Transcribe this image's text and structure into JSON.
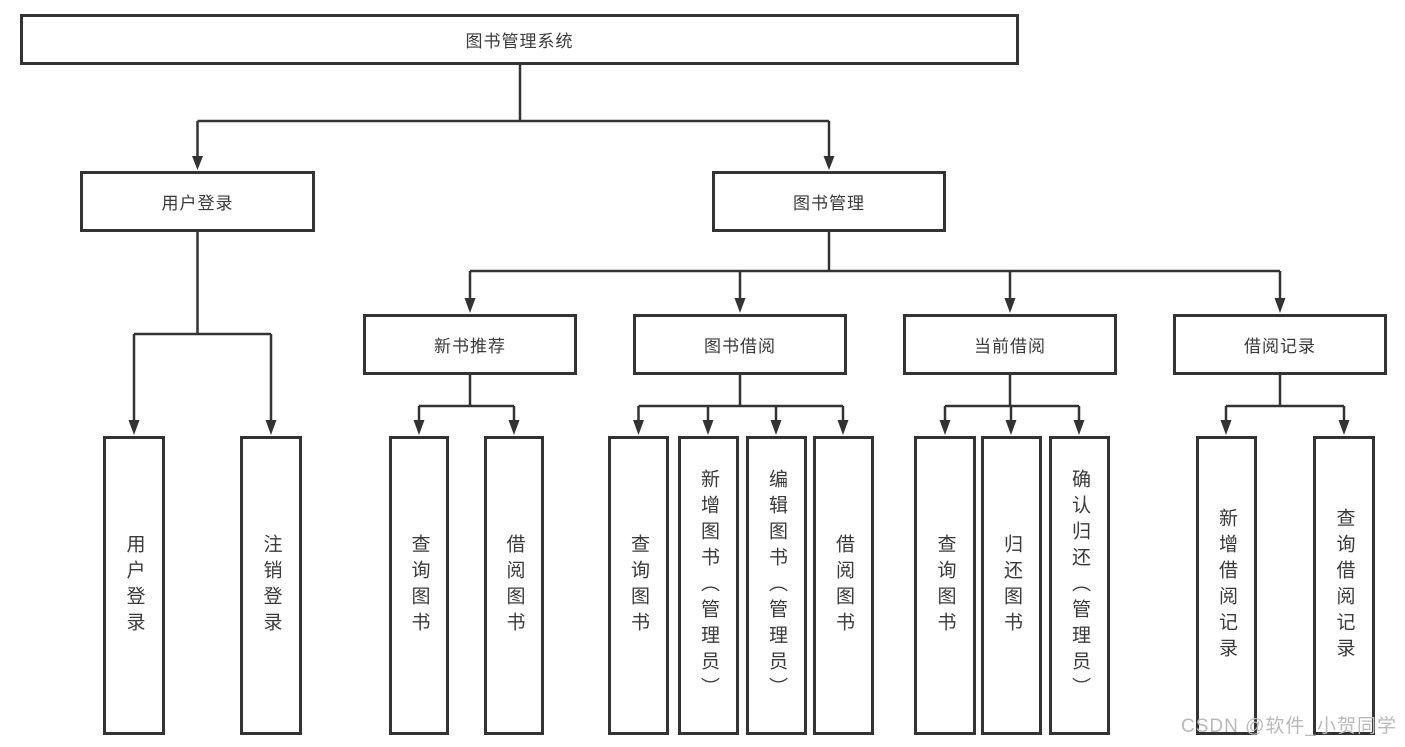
{
  "diagram": {
    "type": "hierarchy-tree",
    "colors": {
      "line": "#333333",
      "box_border": "#333333",
      "text": "#3a3a3a",
      "background": "#ffffff",
      "watermark": "#b9b9b9"
    },
    "tree": {
      "label": "图书管理系统",
      "children": [
        {
          "label": "用户登录",
          "children": [
            {
              "label": "用户登录"
            },
            {
              "label": "注销登录"
            }
          ]
        },
        {
          "label": "图书管理",
          "children": [
            {
              "label": "新书推荐",
              "children": [
                {
                  "label": "查询图书"
                },
                {
                  "label": "借阅图书"
                }
              ]
            },
            {
              "label": "图书借阅",
              "children": [
                {
                  "label": "查询图书"
                },
                {
                  "label": "新增图书（管理员）"
                },
                {
                  "label": "编辑图书（管理员）"
                },
                {
                  "label": "借阅图书"
                }
              ]
            },
            {
              "label": "当前借阅",
              "children": [
                {
                  "label": "查询图书"
                },
                {
                  "label": "归还图书"
                },
                {
                  "label": "确认归还（管理员）"
                }
              ]
            },
            {
              "label": "借阅记录",
              "children": [
                {
                  "label": "新增借阅记录"
                },
                {
                  "label": "查询借阅记录"
                }
              ]
            }
          ]
        }
      ]
    },
    "watermark": "CSDN @软件_小贺同学"
  }
}
